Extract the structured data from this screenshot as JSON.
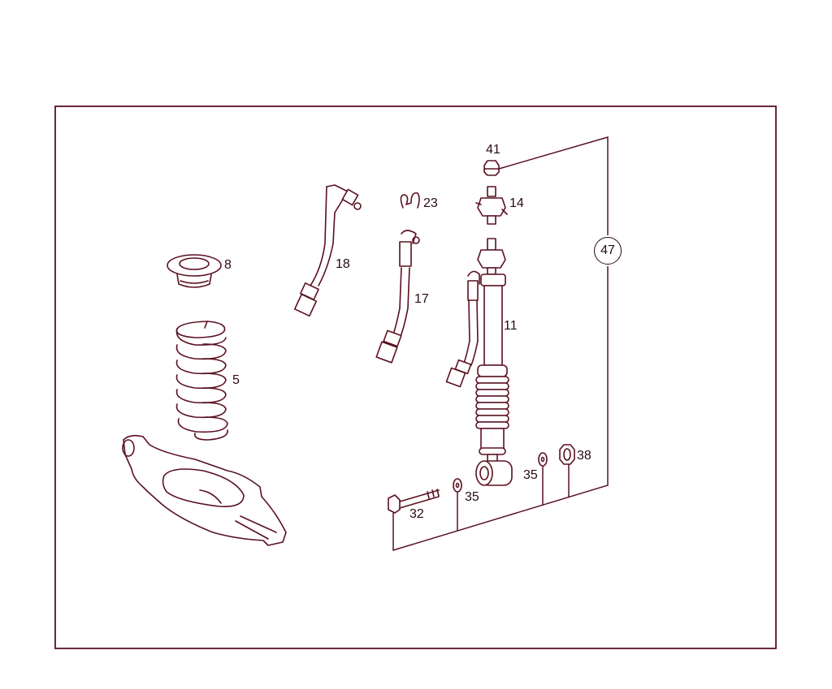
{
  "diagram": {
    "type": "exploded parts diagram",
    "subject": "rear suspension: coil spring, spring seat, control arm, shock absorber with hydraulic lines and mounting hardware",
    "colors": {
      "line": "#5a1020",
      "text": "#2a0a10",
      "frame": "#5a1020",
      "background": "#ffffff"
    },
    "parts": [
      {
        "id": "p8",
        "label": "8",
        "desc": "spring seat / pad"
      },
      {
        "id": "p5",
        "label": "5",
        "desc": "coil spring"
      },
      {
        "id": "p18",
        "label": "18",
        "desc": "hydraulic line"
      },
      {
        "id": "p17",
        "label": "17",
        "desc": "hydraulic line"
      },
      {
        "id": "p23",
        "label": "23",
        "desc": "clip"
      },
      {
        "id": "p41",
        "label": "41",
        "desc": "nut"
      },
      {
        "id": "p14",
        "label": "14",
        "desc": "upper mount / fitting"
      },
      {
        "id": "p11",
        "label": "11",
        "desc": "shock absorber / strut"
      },
      {
        "id": "p32",
        "label": "32",
        "desc": "bolt"
      },
      {
        "id": "p35a",
        "label": "35",
        "desc": "washer"
      },
      {
        "id": "p35b",
        "label": "35",
        "desc": "washer"
      },
      {
        "id": "p38",
        "label": "38",
        "desc": "nut"
      }
    ],
    "callout": {
      "label": "47",
      "desc": "hardware kit group"
    }
  }
}
